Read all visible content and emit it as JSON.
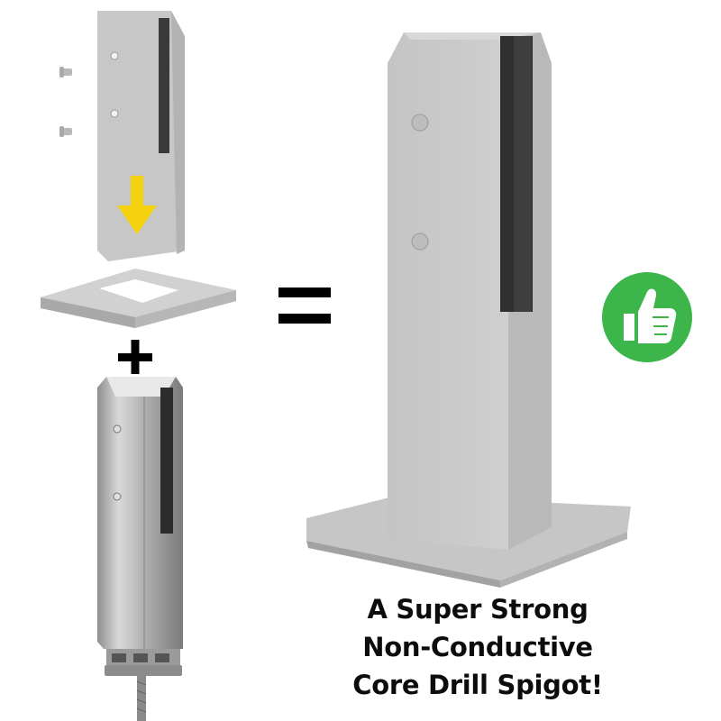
{
  "caption": {
    "line1": "A Super Strong",
    "line2": "Non-Conductive",
    "line3": "Core Drill Spigot!"
  },
  "icons": {
    "arrow": "down-arrow-icon",
    "plus": "plus-icon",
    "equals": "equals-icon",
    "approval": "thumbs-up-icon"
  },
  "colors": {
    "arrow": "#f5d20f",
    "approval_badge": "#3cb54a",
    "product_grey": "#c9c9c9",
    "stainless_steel": "#b4b4b4"
  }
}
